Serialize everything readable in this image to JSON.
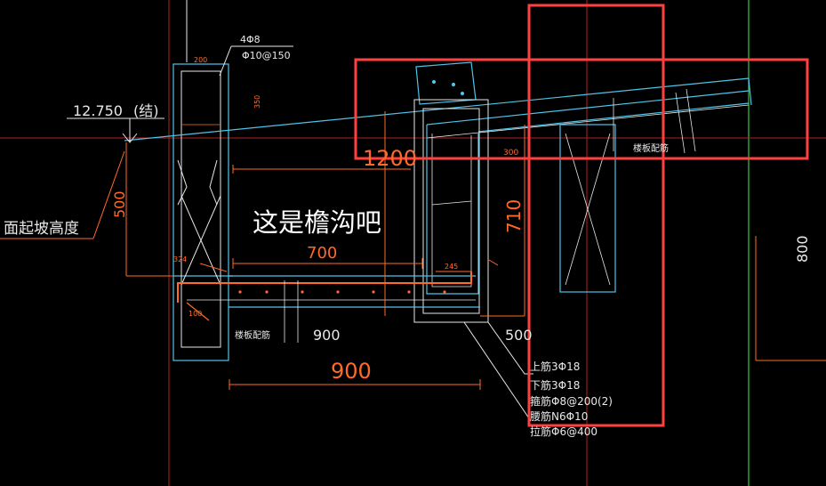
{
  "annotation": "这是檐沟吧",
  "elevation": {
    "value": "12.750",
    "note": "(结)"
  },
  "slope_label": "面起坡高度",
  "top_rebar": {
    "count": "4Φ8",
    "spacing": "Φ10@150"
  },
  "dims": {
    "d1200": "1200",
    "d700": "700",
    "d900_low": "900",
    "d900_bottom": "900",
    "d500_left": "500",
    "d500_right": "500",
    "d710": "710",
    "d800": "800",
    "d300": "300",
    "d200": "200",
    "d350": "350",
    "d245": "245",
    "d324": "324",
    "d100": "100"
  },
  "slab_note_left": "楼板配筋",
  "slab_note_right": "楼板配筋",
  "rebar_notes": [
    "上筋3Φ18",
    "下筋3Φ18",
    "箍筋Φ8@200(2)",
    "腰筋N6Φ10",
    "拉筋Φ6@400"
  ],
  "colors": {
    "background": "#000000",
    "structure_cyan": "#4fc3e8",
    "dimension_orange": "#ff6a2a",
    "highlight_red": "#ff4040",
    "text_white": "#e8e8e8",
    "grid_green": "#2ecc40",
    "grid_red": "#b02020"
  }
}
